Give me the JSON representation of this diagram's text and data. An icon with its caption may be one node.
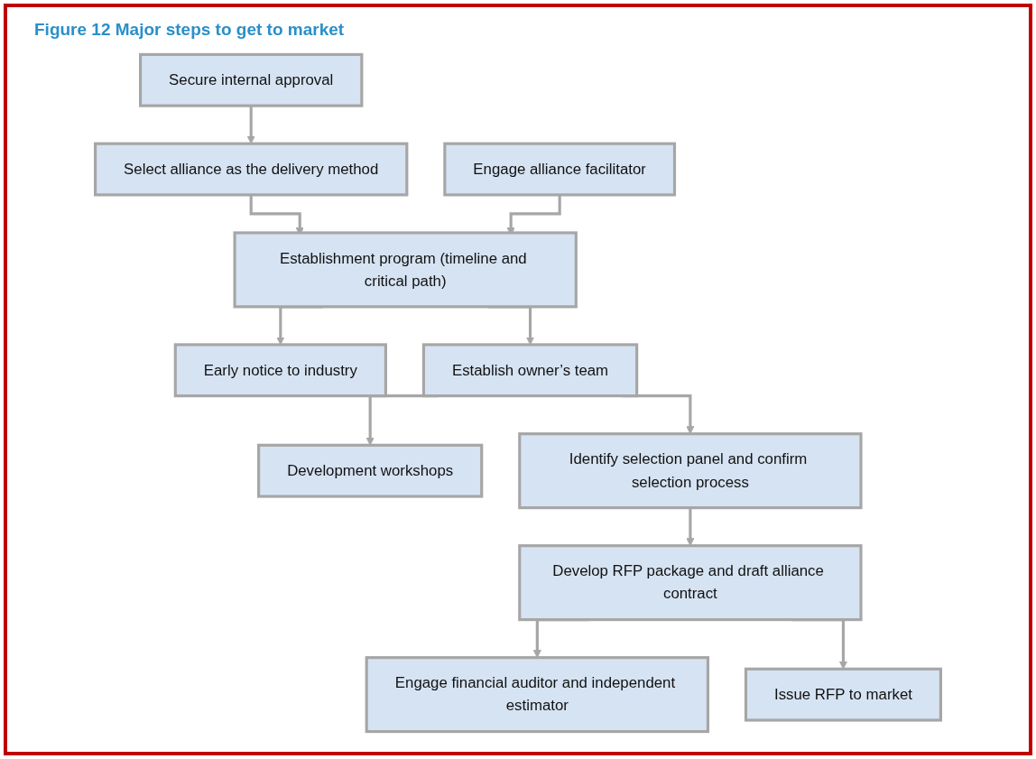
{
  "diagram": {
    "title": "Figure 12 Major steps to get to market",
    "nodes": [
      {
        "text": [
          "Select alliance as the delivery method"
        ]
      },
      {
        "text": [
          "Secure internal approval"
        ]
      },
      {
        "text": [
          "Engage alliance facilitator"
        ]
      },
      {
        "text": [
          "Establishment program (timeline and critical path)"
        ]
      },
      {
        "text": [
          "Early notice to industry"
        ]
      },
      {
        "text": [
          "Establish owner’s team"
        ]
      },
      {
        "text": [
          "Development workshops"
        ]
      },
      {
        "text": [
          "Identify selection panel and confirm selection process"
        ]
      },
      {
        "text": [
          "Develop RFP package and draft alliance contract"
        ]
      },
      {
        "text": [
          "Engage financial auditor and independent estimator"
        ]
      },
      {
        "text": [
          "Issue RFP to market"
        ]
      }
    ],
    "edges": [
      {
        "from": 1,
        "to": 0,
        "arrow": "to"
      },
      {
        "from": 0,
        "to": 3,
        "arrow": "to"
      },
      {
        "from": 2,
        "to": 3,
        "arrow": "to"
      },
      {
        "from": 3,
        "to": 4,
        "arrow": "to"
      },
      {
        "from": 3,
        "to": 5,
        "arrow": "to"
      },
      {
        "from": 5,
        "to": 6,
        "arrow": "to"
      },
      {
        "from": 5,
        "to": 7,
        "arrow": "to"
      },
      {
        "from": 7,
        "to": 8,
        "arrow": "to"
      },
      {
        "from": 8,
        "to": 9,
        "arrow": "to"
      },
      {
        "from": 8,
        "to": 10,
        "arrow": "to"
      }
    ]
  }
}
